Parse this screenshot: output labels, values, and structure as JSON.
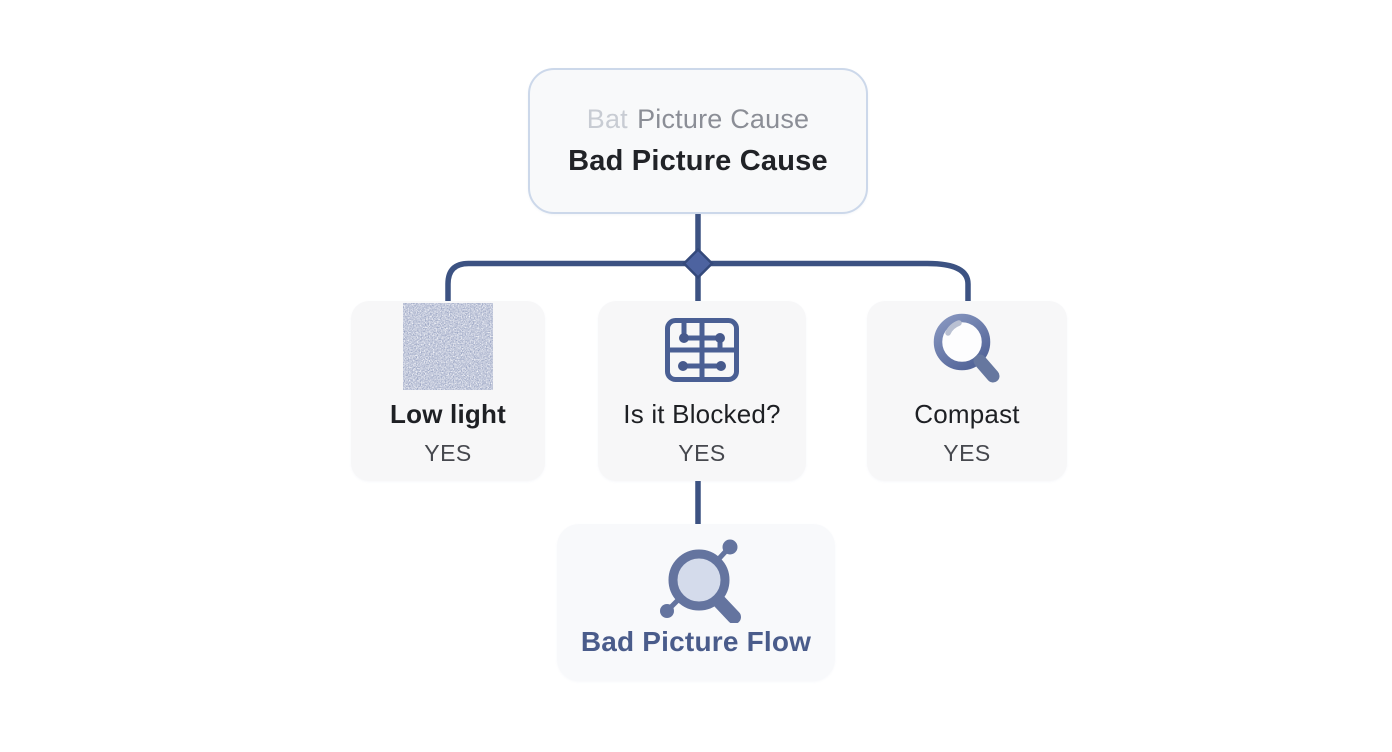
{
  "flowchart": {
    "root": {
      "ghost_title_prefix": "Bat",
      "ghost_title_rest": "Picture Cause",
      "title": "Bad Picture Cause"
    },
    "branches": [
      {
        "label": "Low light",
        "answer": "YES",
        "icon": "noise-thumbnail"
      },
      {
        "label": "Is it Blocked?",
        "answer": "YES",
        "icon": "circuit-grid-icon"
      },
      {
        "label": "Compast",
        "answer": "YES",
        "icon": "magnifier-icon"
      }
    ],
    "result": {
      "label": "Bad Picture Flow",
      "icon": "magnifier-network-icon"
    }
  },
  "colors": {
    "connector_line": "#3c5282",
    "junction_diamond": "#4d63a0",
    "node_fill": "#f7f7f8",
    "root_border": "#ccd8ea",
    "accent_blue_text": "#4a5c8b",
    "icon_blue": "#4a5f94"
  }
}
